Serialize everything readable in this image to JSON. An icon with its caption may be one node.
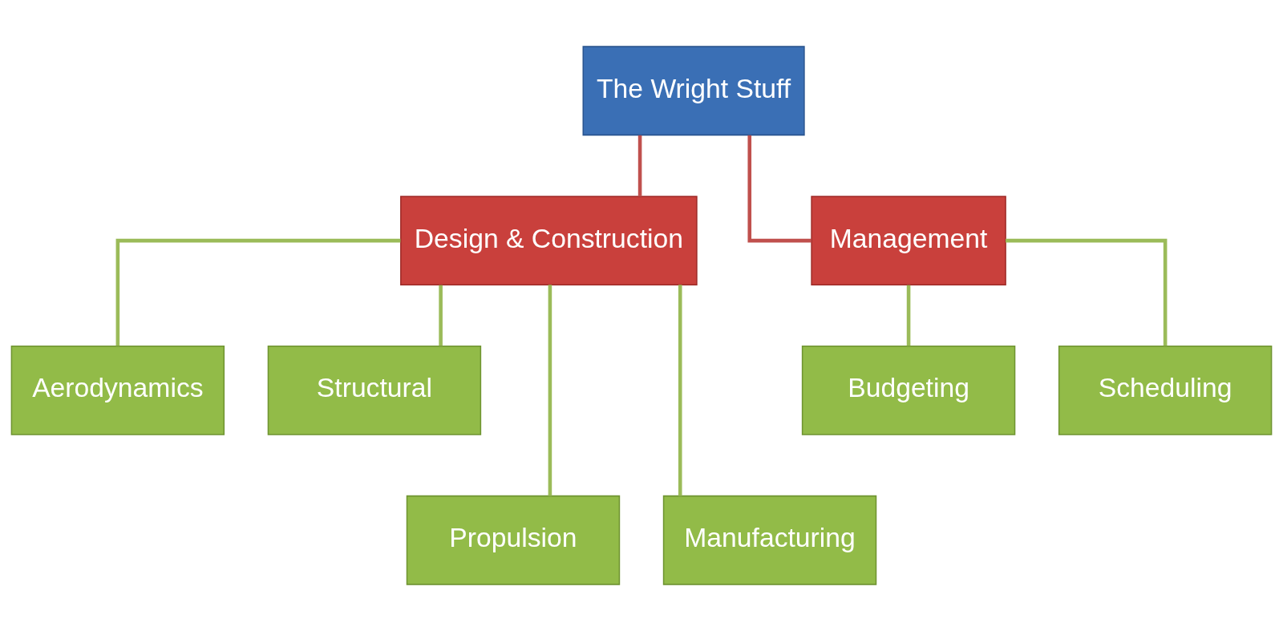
{
  "diagram": {
    "nodes": [
      {
        "text": [
          "The Wright Stuff"
        ]
      },
      {
        "text": [
          "Design & Construction"
        ]
      },
      {
        "text": [
          "Management"
        ]
      },
      {
        "text": [
          "Aerodynamics"
        ]
      },
      {
        "text": [
          "Structural"
        ]
      },
      {
        "text": [
          "Propulsion"
        ]
      },
      {
        "text": [
          "Manufacturing"
        ]
      },
      {
        "text": [
          "Budgeting"
        ]
      },
      {
        "text": [
          "Scheduling"
        ]
      }
    ],
    "edges": [
      {
        "from": 0,
        "to": 1,
        "arrow": "none",
        "color": "#c0504d"
      },
      {
        "from": 0,
        "to": 2,
        "arrow": "none",
        "color": "#c0504d"
      },
      {
        "from": 1,
        "to": 3,
        "arrow": "none"
      },
      {
        "from": 1,
        "to": 4,
        "arrow": "none"
      },
      {
        "from": 1,
        "to": 5,
        "arrow": "none"
      },
      {
        "from": 1,
        "to": 6,
        "arrow": "none"
      },
      {
        "from": 2,
        "to": 7,
        "arrow": "none"
      },
      {
        "from": 2,
        "to": 8,
        "arrow": "none"
      }
    ]
  }
}
